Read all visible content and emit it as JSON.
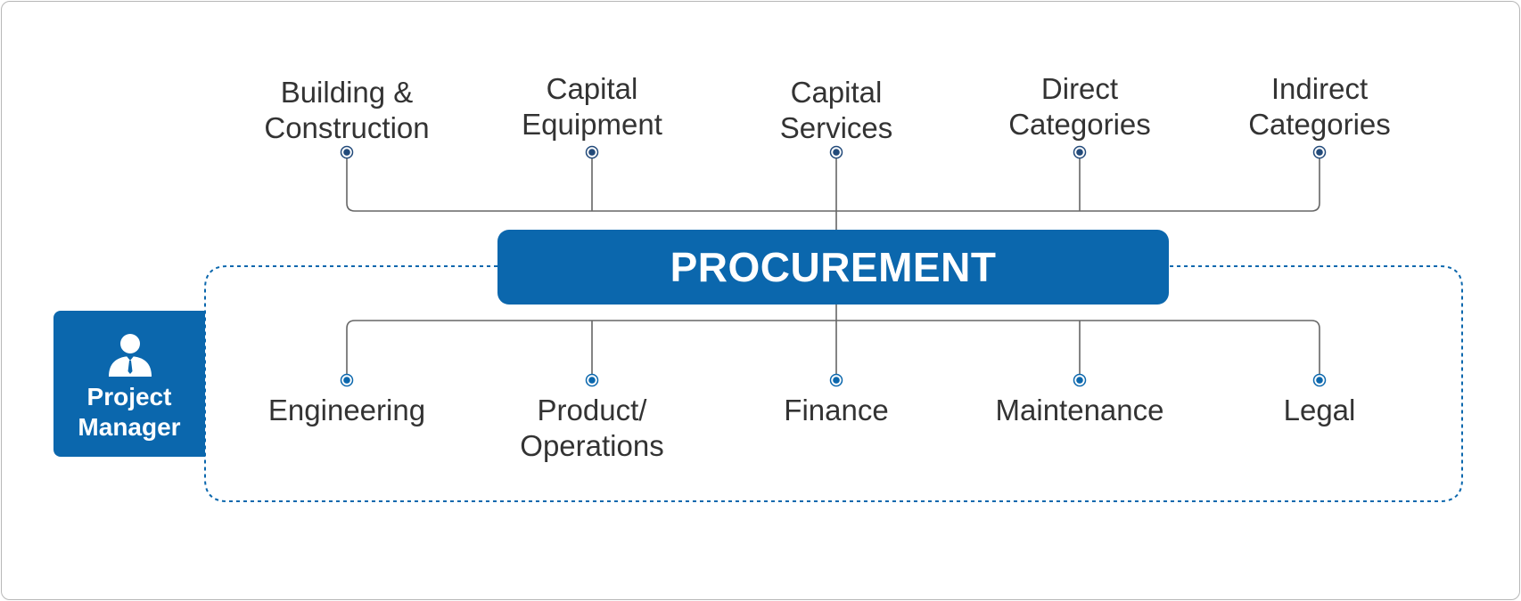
{
  "center": {
    "label": "PROCUREMENT"
  },
  "project_manager": {
    "label": "Project\nManager",
    "icon": "person-icon"
  },
  "top_nodes": [
    {
      "label": "Building &\nConstruction"
    },
    {
      "label": "Capital\nEquipment"
    },
    {
      "label": "Capital\nServices"
    },
    {
      "label": "Direct\nCategories"
    },
    {
      "label": "Indirect\nCategories"
    }
  ],
  "bottom_nodes": [
    {
      "label": "Engineering"
    },
    {
      "label": "Product/\nOperations"
    },
    {
      "label": "Finance"
    },
    {
      "label": "Maintenance"
    },
    {
      "label": "Legal"
    }
  ],
  "colors": {
    "primary": "#0b67ad",
    "connector": "#666666",
    "text": "#333333",
    "dot_top": "#224a7a",
    "dot_bottom": "#0b67ad"
  }
}
